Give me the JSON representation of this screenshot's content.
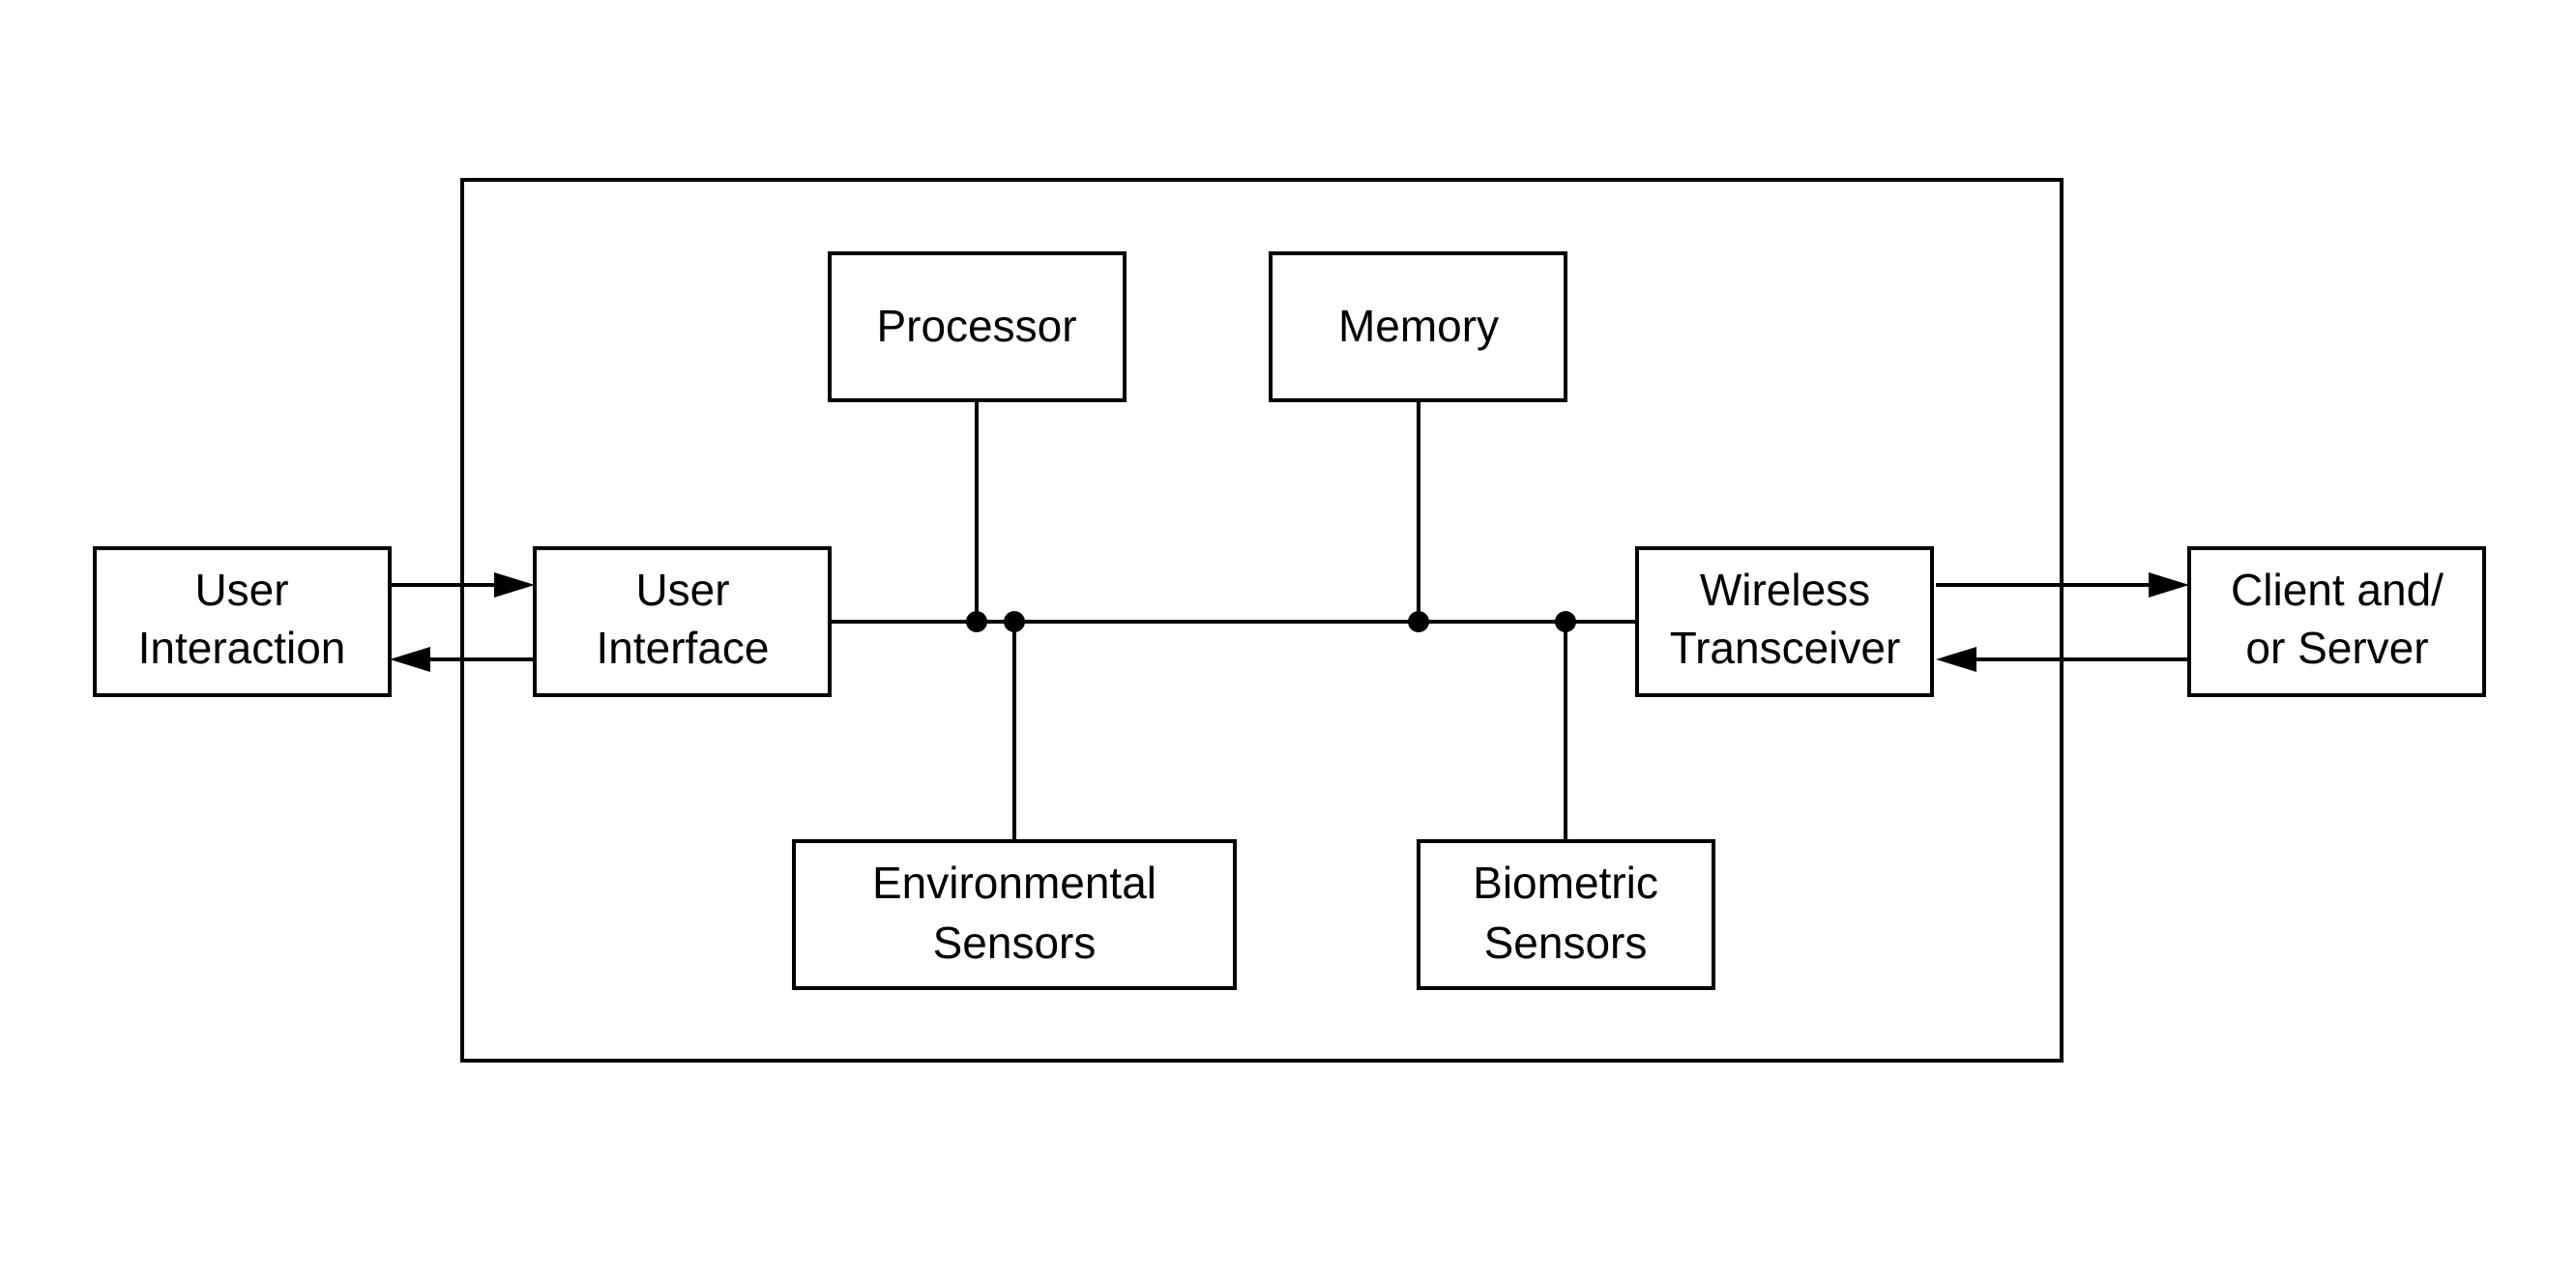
{
  "diagram": {
    "blocks": {
      "user_interaction": {
        "line1": "User",
        "line2": "Interaction"
      },
      "user_interface": {
        "line1": "User",
        "line2": "Interface"
      },
      "processor": {
        "label": "Processor"
      },
      "memory": {
        "label": "Memory"
      },
      "environmental_sensors": {
        "line1": "Environmental",
        "line2": "Sensors"
      },
      "biometric_sensors": {
        "line1": "Biometric",
        "line2": "Sensors"
      },
      "wireless_transceiver": {
        "line1": "Wireless",
        "line2": "Transceiver"
      },
      "client_server": {
        "line1": "Client and/",
        "line2": "or Server"
      }
    },
    "colors": {
      "stroke": "#000000",
      "background": "#ffffff"
    }
  }
}
